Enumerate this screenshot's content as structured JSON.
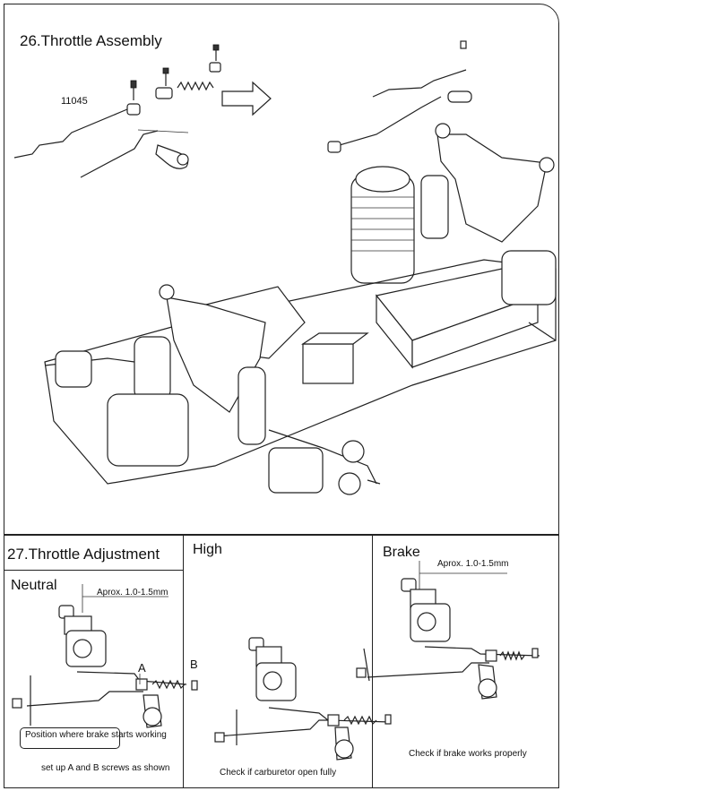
{
  "section26": {
    "title": "26.Throttle Assembly",
    "part_number": "11045"
  },
  "section27": {
    "title": "27.Throttle Adjustment",
    "neutral": {
      "heading": "Neutral",
      "gap_note": "Aprox. 1.0-1.5mm",
      "label_a": "A",
      "label_b": "B",
      "callout": "Position where brake starts working",
      "caption": "set up A and B screws as shown"
    },
    "high": {
      "heading": "High",
      "caption": "Check if carburetor open fully"
    },
    "brake": {
      "heading": "Brake",
      "gap_note": "Aprox. 1.0-1.5mm",
      "caption": "Check if brake works properly"
    }
  },
  "colors": {
    "line": "#222222",
    "background": "#ffffff"
  }
}
